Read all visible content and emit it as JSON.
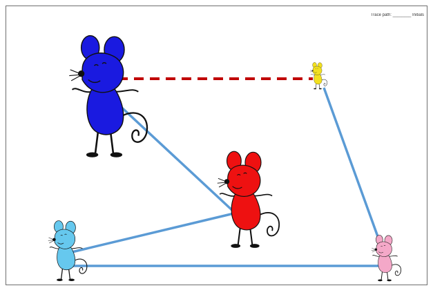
{
  "header": {
    "text": "Trace path: ________ Initials"
  },
  "mice": [
    {
      "name": "blue-mouse",
      "color": "#1a1ae0",
      "size": "large"
    },
    {
      "name": "red-mouse",
      "color": "#ee1111",
      "size": "medium"
    },
    {
      "name": "light-blue-mouse",
      "color": "#66c8ee",
      "size": "small"
    },
    {
      "name": "pink-mouse",
      "color": "#f4a8c8",
      "size": "small"
    },
    {
      "name": "yellow-mouse",
      "color": "#f2e020",
      "size": "tiny"
    }
  ],
  "paths": {
    "solid_color": "#5b9bd5",
    "dashed_color": "#c00000"
  }
}
